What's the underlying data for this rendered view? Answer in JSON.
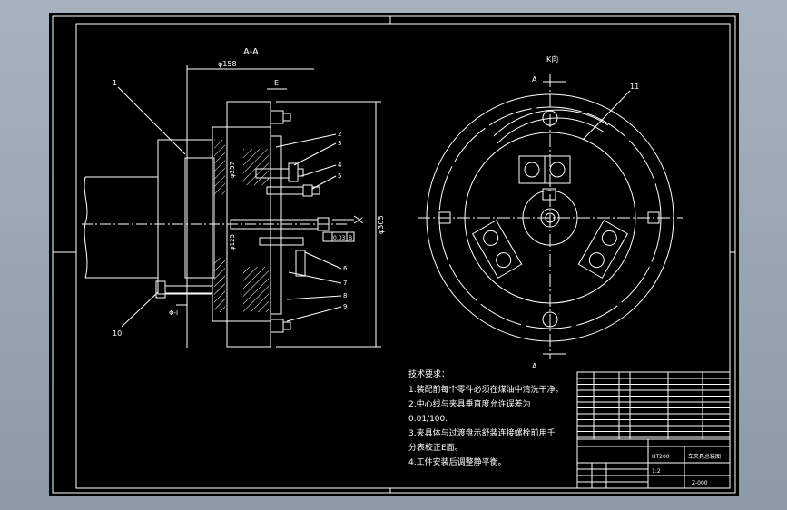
{
  "views": {
    "section_label": "A-A",
    "view_k_label": "K向",
    "cut_mark_a": "A",
    "k_arrow_label": "K"
  },
  "dims": {
    "d158": "φ158",
    "d305": "φ305",
    "d257": "φ257",
    "d125": "φ125",
    "tol": "0.03",
    "tol_ref": "B",
    "datum_e": "E"
  },
  "leaders": [
    "1",
    "2",
    "3",
    "4",
    "5",
    "6",
    "7",
    "8",
    "9",
    "10",
    "11"
  ],
  "tech": {
    "title": "技术要求：",
    "l1": "1.装配前每个零件必须在煤油中清洗干净。",
    "l2": "2.中心线与夹具垂直度允许误差为",
    "l3": "0.01/100.",
    "l4": "3.夹具体与过渡盘示舒装连接螺栓前用千",
    "l5": "分表校正E面。",
    "l6": "4.工件安装后调整静平衡。"
  },
  "titleblock": {
    "material": "HT200",
    "drawing_title": "车夹具总装图",
    "drawing_no": "Z-000",
    "scale": "1:2"
  },
  "colors": {
    "background": "#000000",
    "lines": "#ffffff",
    "window": "#9aa6b4"
  }
}
